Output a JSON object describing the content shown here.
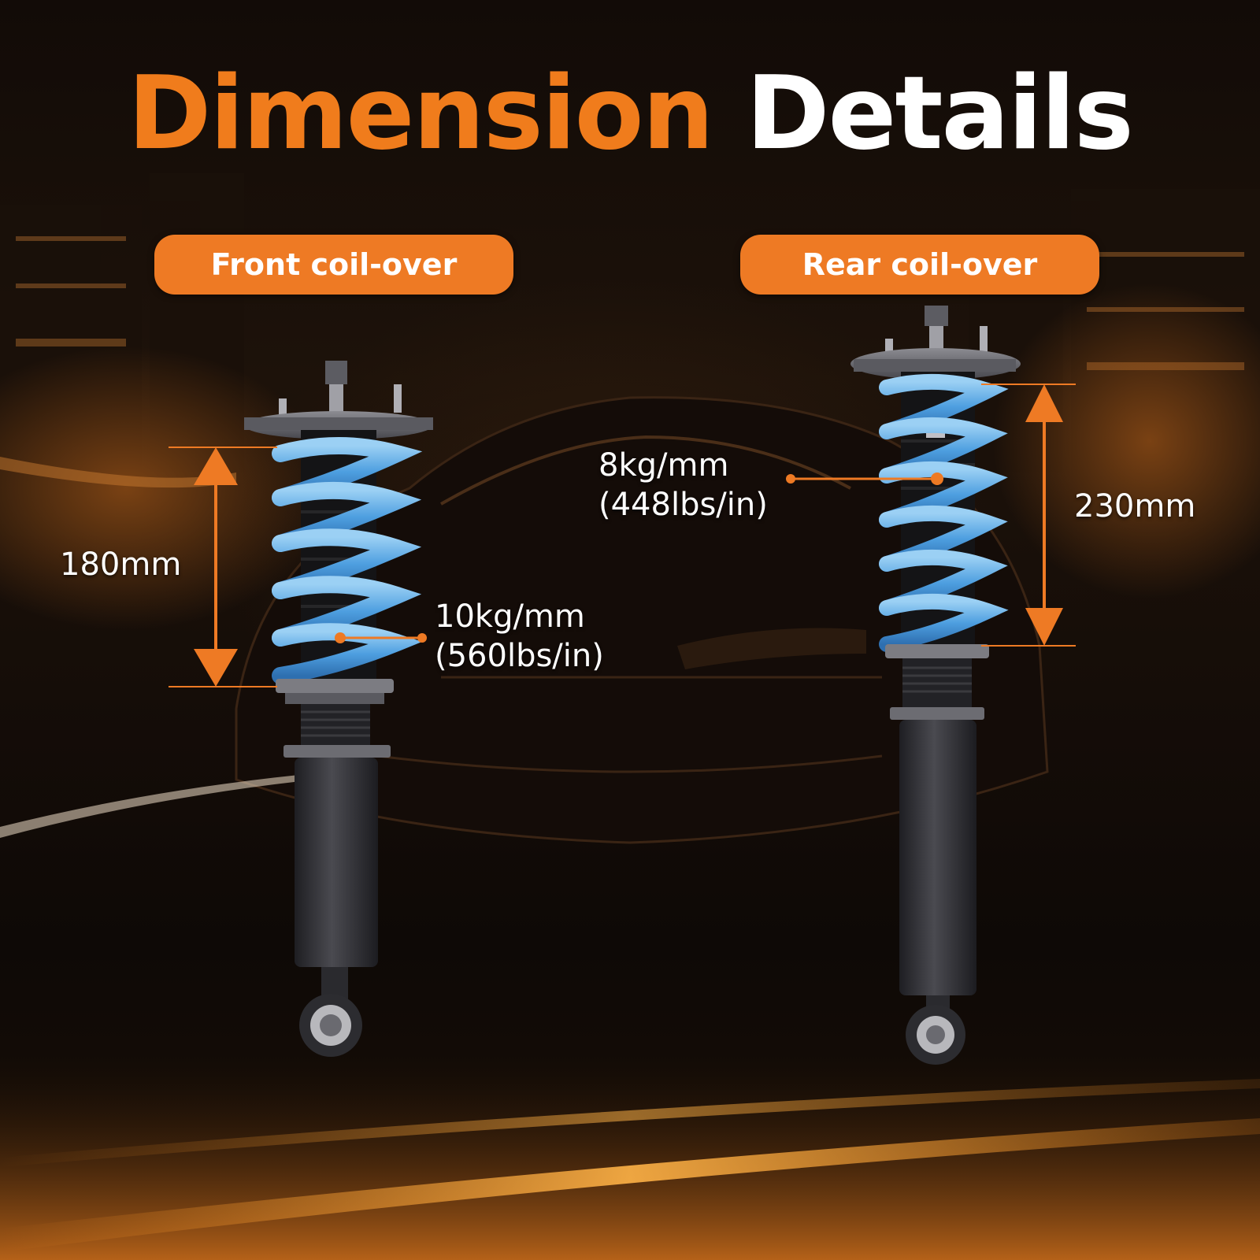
{
  "heading": {
    "word1": "Dimension",
    "word2": "Details"
  },
  "front": {
    "label": "Front coil-over",
    "length": "180mm",
    "rate_line1": "10kg/mm",
    "rate_line2": "(560lbs/in)"
  },
  "rear": {
    "label": "Rear coil-over",
    "length": "230mm",
    "rate_line1": "8kg/mm",
    "rate_line2": "(448lbs/in)"
  },
  "colors": {
    "accent": "#ee7a24",
    "spring": "#5aa8e6",
    "body": "#2e2e32",
    "text": "#ffffff"
  }
}
